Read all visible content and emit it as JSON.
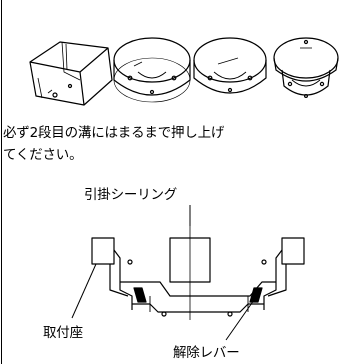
{
  "instruction": {
    "line1": "必ず2段目の溝にはまるまで押し上げ",
    "line2": "てください。"
  },
  "labels": {
    "ceiling": "引掛シーリング",
    "base": "取付座",
    "release": "解除レバー"
  }
}
